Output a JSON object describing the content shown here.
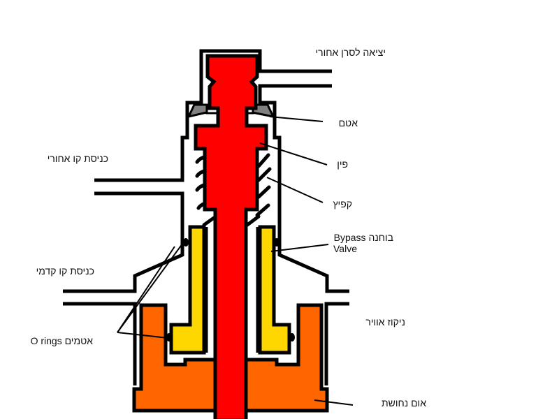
{
  "labels": {
    "rear_axle_outlet": "יציאה לסרן אחורי",
    "seal": "אטם",
    "pin": "פין",
    "spring": "קפיץ",
    "bypass_line1": "בוחנה Bypass",
    "bypass_line2": "Valve",
    "air_bleed": "ניקוז אוויר",
    "brass_nut": "אום נחושת",
    "rear_line_inlet": "כניסת קו אחורי",
    "front_line_inlet": "כניסת קו קדמי",
    "o_rings": "אטמים O rings"
  },
  "colors": {
    "pin": "#ff0000",
    "sleeve": "#ffd700",
    "nut": "#ff6600",
    "seal": "#808080",
    "outline": "#000000"
  }
}
